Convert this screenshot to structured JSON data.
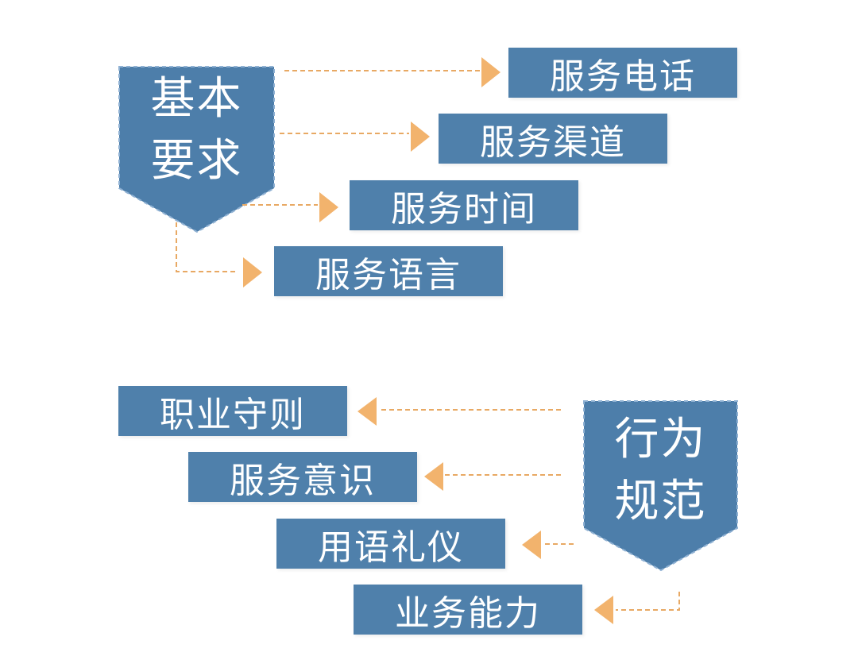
{
  "colors": {
    "box_fill": "#4f80ab",
    "chevron_fill": "#4d7eaa",
    "chevron_border": "#8fb1d3",
    "connector": "#e8a964",
    "text": "#ffffff"
  },
  "top_group": {
    "header_line1": "基本",
    "header_line2": "要求",
    "items": [
      "服务电话",
      "服务渠道",
      "服务时间",
      "服务语言"
    ]
  },
  "bottom_group": {
    "header_line1": "行为",
    "header_line2": "规范",
    "items": [
      "职业守则",
      "服务意识",
      "用语礼仪",
      "业务能力"
    ]
  }
}
